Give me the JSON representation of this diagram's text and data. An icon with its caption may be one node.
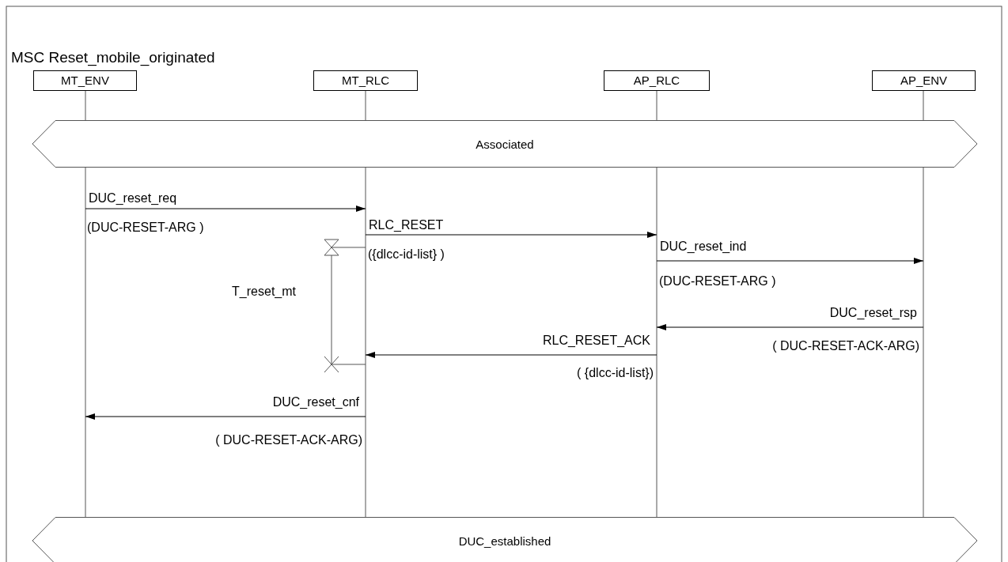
{
  "diagram": {
    "title": "MSC Reset_mobile_originated",
    "nodes": [
      {
        "text": [
          "MT_ENV"
        ]
      },
      {
        "text": [
          "MT_RLC"
        ]
      },
      {
        "text": [
          "AP_RLC"
        ]
      },
      {
        "text": [
          "AP_ENV"
        ]
      },
      {
        "text": [
          "Associated"
        ]
      },
      {
        "text": [
          "DUC_established"
        ]
      }
    ],
    "edges": [
      {
        "from": 0,
        "to": 1,
        "arrow": "to",
        "label": "DUC_reset_req"
      },
      {
        "from": 1,
        "to": 2,
        "arrow": "to",
        "label": "RLC_RESET"
      },
      {
        "from": 2,
        "to": 3,
        "arrow": "to",
        "label": "DUC_reset_ind"
      },
      {
        "from": 3,
        "to": 2,
        "arrow": "to",
        "label": "DUC_reset_rsp"
      },
      {
        "from": 2,
        "to": 1,
        "arrow": "to",
        "label": "RLC_RESET_ACK"
      },
      {
        "from": 1,
        "to": 0,
        "arrow": "to",
        "label": "DUC_reset_cnf"
      }
    ],
    "labels": [
      "(DUC-RESET-ARG )",
      "({dlcc-id-list} )",
      "(DUC-RESET-ARG )",
      "T_reset_mt",
      "( DUC-RESET-ACK-ARG)",
      "( {dlcc-id-list})",
      "( DUC-RESET-ACK-ARG)"
    ]
  }
}
